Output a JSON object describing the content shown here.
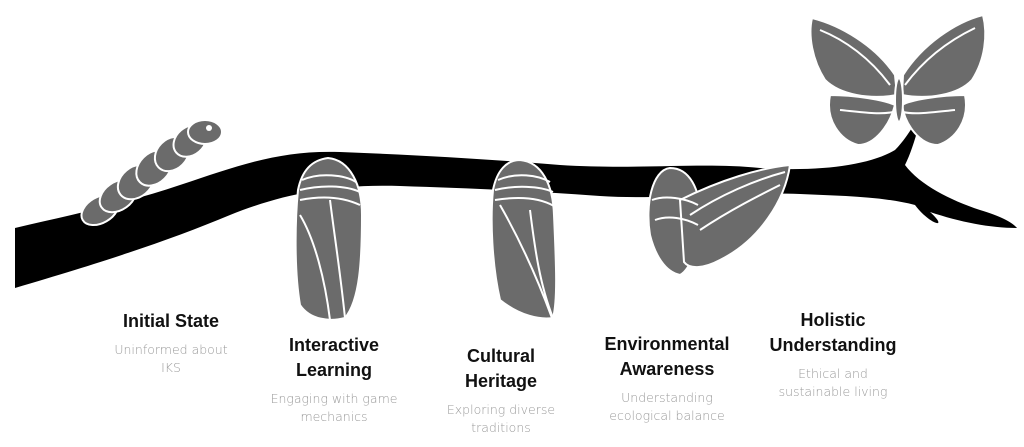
{
  "colors": {
    "branch": "#000000",
    "insect": "#6b6b6b",
    "title": "#111111",
    "description": "#9a9a9a"
  },
  "stages": [
    {
      "title_lines": [
        "Initial State"
      ],
      "desc_lines": [
        "Uninformed about",
        "IKS"
      ],
      "icon": "caterpillar-icon"
    },
    {
      "title_lines": [
        "Interactive",
        "Learning"
      ],
      "desc_lines": [
        "Engaging with game",
        "mechanics"
      ],
      "icon": "chrysalis-icon"
    },
    {
      "title_lines": [
        "Cultural",
        "Heritage"
      ],
      "desc_lines": [
        "Exploring diverse",
        "traditions"
      ],
      "icon": "chrysalis-icon"
    },
    {
      "title_lines": [
        "Environmental",
        "Awareness"
      ],
      "desc_lines": [
        "Understanding",
        "ecological balance"
      ],
      "icon": "emerging-butterfly-icon"
    },
    {
      "title_lines": [
        "Holistic",
        "Understanding"
      ],
      "desc_lines": [
        "Ethical and",
        "sustainable living"
      ],
      "icon": "butterfly-icon"
    }
  ]
}
